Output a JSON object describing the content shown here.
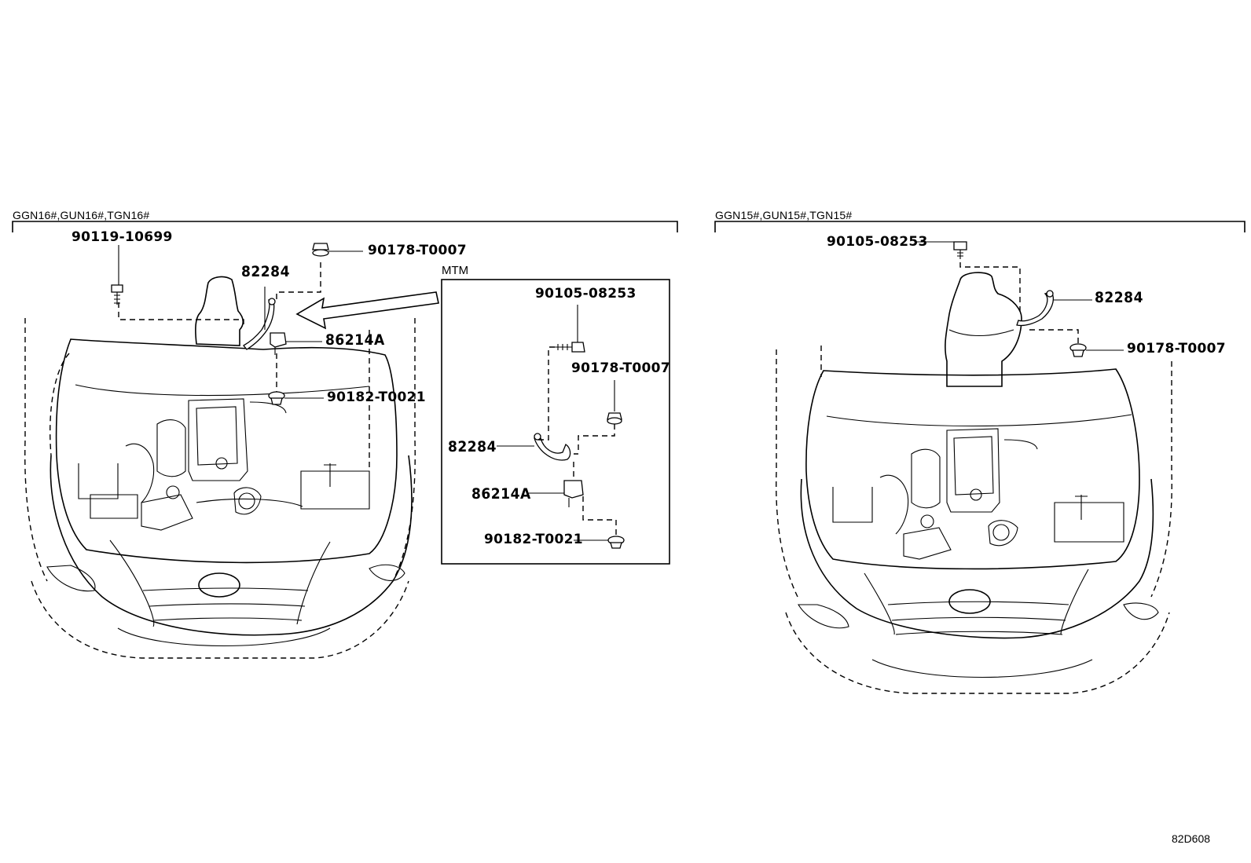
{
  "left_panel": {
    "variant_label": "GGN16#,GUN16#,TGN16#",
    "callouts": {
      "bolt_top_left": "90119-10699",
      "nut_top": "90178-T0007",
      "strap": "82284",
      "horn": "86214A",
      "nut_bottom": "90182-T0021"
    }
  },
  "inset": {
    "title": "MTM",
    "callouts": {
      "bolt": "90105-08253",
      "nut_top": "90178-T0007",
      "strap": "82284",
      "horn": "86214A",
      "nut_bottom": "90182-T0021"
    }
  },
  "right_panel": {
    "variant_label": "GGN15#,GUN15#,TGN15#",
    "callouts": {
      "bolt": "90105-08253",
      "strap": "82284",
      "nut": "90178-T0007"
    }
  },
  "diagram_code": "82D608"
}
